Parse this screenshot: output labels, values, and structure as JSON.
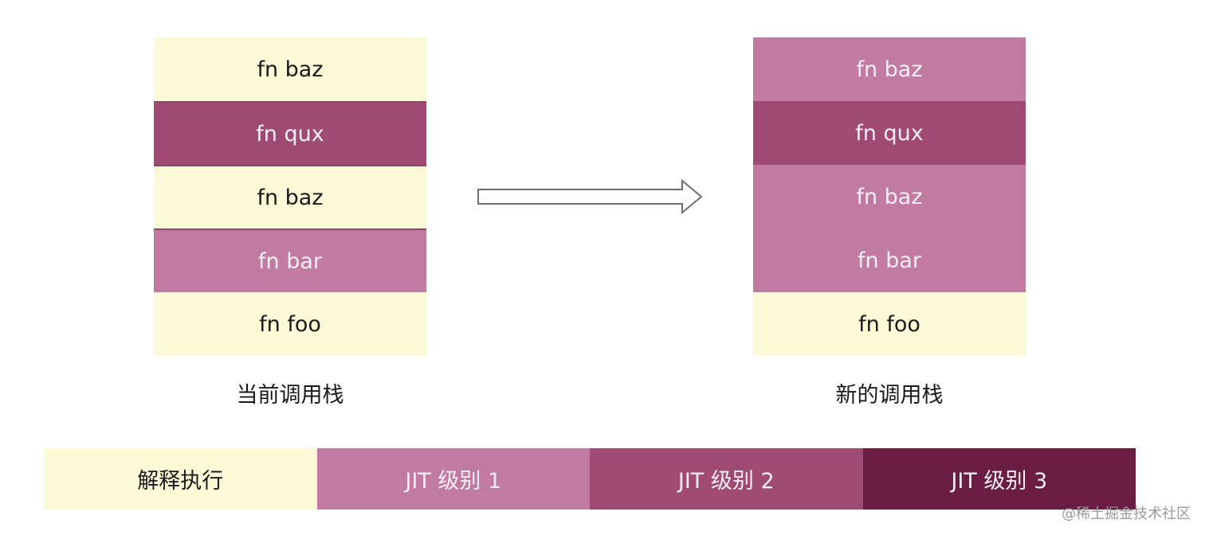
{
  "colors": {
    "interpreted": "#fdfbd7",
    "jit1": "#c27ba0",
    "jit2": "#9f4a72",
    "jit3": "#6a1c42",
    "text_dark": "#1a1a1a",
    "text_light": "#fbeef5",
    "arrow_stroke": "#6e6e6e"
  },
  "current_stack": {
    "caption": "当前调用栈",
    "frames": [
      {
        "label": "fn baz",
        "tier": "interpreted"
      },
      {
        "label": "fn qux",
        "tier": "jit2"
      },
      {
        "label": "fn baz",
        "tier": "interpreted"
      },
      {
        "label": "fn bar",
        "tier": "jit1"
      },
      {
        "label": "fn foo",
        "tier": "interpreted"
      }
    ]
  },
  "new_stack": {
    "caption": "新的调用栈",
    "frames": [
      {
        "label": "fn baz",
        "tier": "jit1"
      },
      {
        "label": "fn qux",
        "tier": "jit2"
      },
      {
        "label": "fn baz",
        "tier": "jit1"
      },
      {
        "label": "fn bar",
        "tier": "jit1"
      },
      {
        "label": "fn foo",
        "tier": "interpreted"
      }
    ]
  },
  "legend": [
    {
      "label": "解释执行",
      "tier": "interpreted"
    },
    {
      "label": "JIT 级别 1",
      "tier": "jit1"
    },
    {
      "label": "JIT 级别 2",
      "tier": "jit2"
    },
    {
      "label": "JIT 级别 3",
      "tier": "jit3"
    }
  ],
  "watermark": "@稀土掘金技术社区"
}
